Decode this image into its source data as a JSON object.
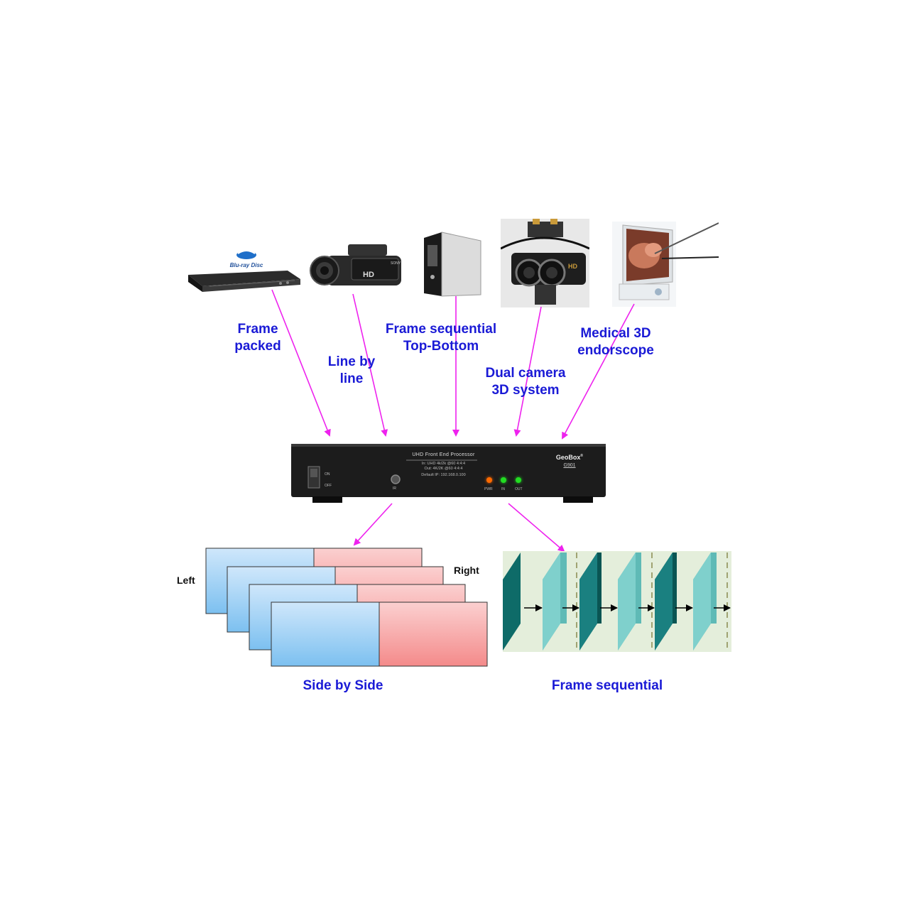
{
  "sources": [
    {
      "id": "bluray",
      "label_lines": [
        "Frame",
        "packed"
      ],
      "logo_text": "Blu-ray Disc"
    },
    {
      "id": "camcorder",
      "label_lines": [
        "Line by",
        "line"
      ],
      "badge_text": "HD",
      "brand_text": "SONY"
    },
    {
      "id": "server",
      "label_lines": [
        "Frame sequential",
        "Top-Bottom"
      ]
    },
    {
      "id": "dualcam",
      "label_lines": [
        "Dual camera",
        "3D system"
      ],
      "badge_text": "HD"
    },
    {
      "id": "endoscope",
      "label_lines": [
        "Medical 3D",
        "endorscope"
      ]
    }
  ],
  "device": {
    "title": "UHD Front End Processor",
    "spec_in": "In: UHD 4k/2k @60 4:4:4",
    "spec_out": "Out: 4K/2K @60 4:4:4",
    "default_ip": "Default IP: 192.168.0.100",
    "brand": "GeoBox",
    "brand_mark": "®",
    "model": "G901",
    "switch_on": "ON",
    "switch_off": "OFF",
    "ir_label": "IR",
    "leds": [
      {
        "label": "PWR",
        "color": "#ff6a00"
      },
      {
        "label": "IN",
        "color": "#22dd22"
      },
      {
        "label": "OUT",
        "color": "#22dd22"
      }
    ]
  },
  "outputs": {
    "sbs_caption": "Side by Side",
    "sbs_left": "Left",
    "sbs_right": "Right",
    "fs_caption": "Frame sequential"
  },
  "colors": {
    "label": "#1a1ad6",
    "arrow": "#ee22ee",
    "left_frame": "#8cc8f2",
    "right_frame": "#f58c8c",
    "dark_teal": "#1a8080",
    "light_teal": "#6fc9c4"
  }
}
